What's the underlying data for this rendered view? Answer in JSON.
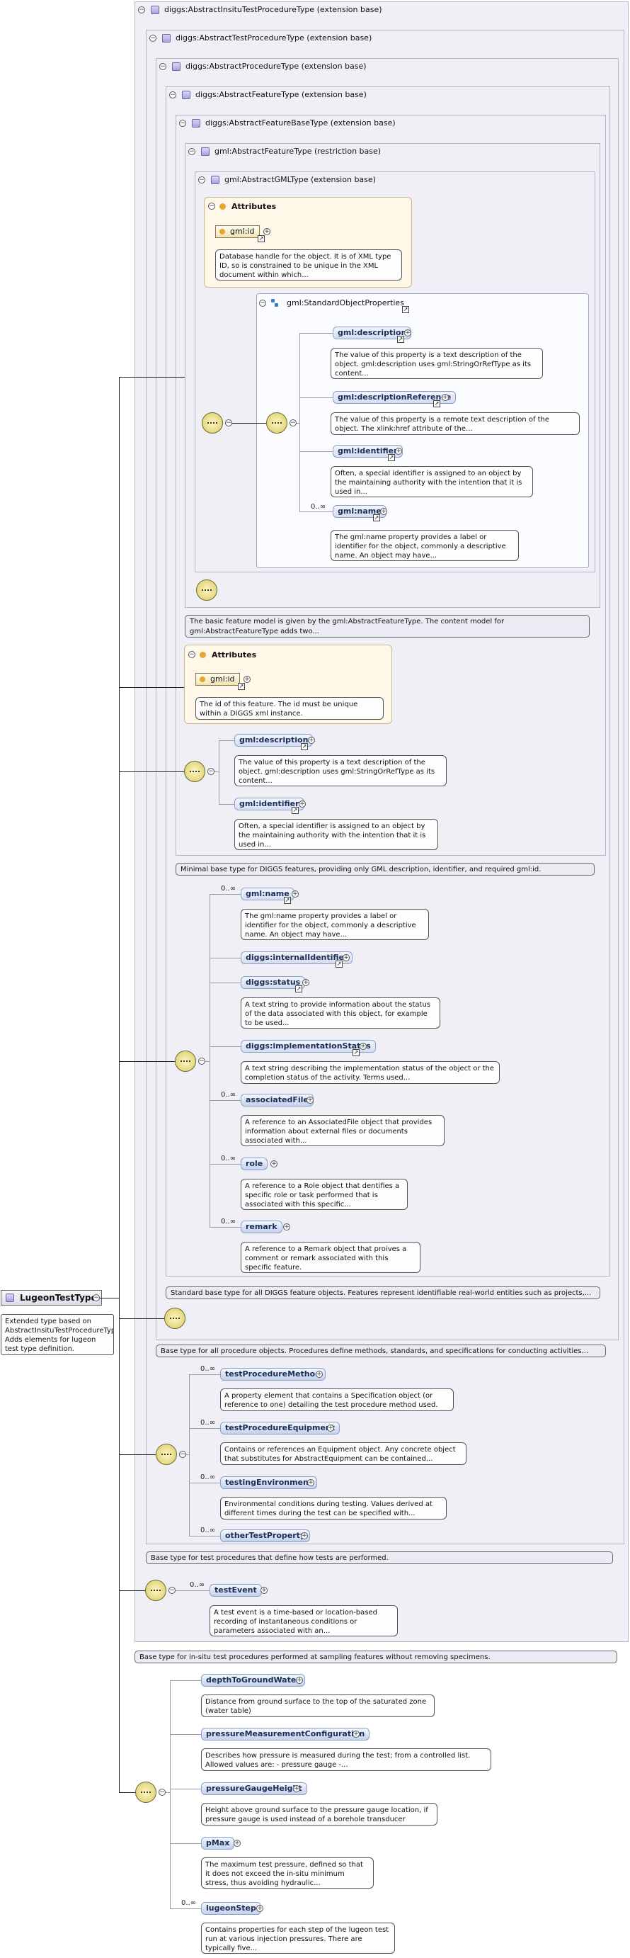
{
  "root": {
    "name": "LugeonTestType",
    "annotation": "Extended type based on AbstractInsituTestProcedureType. Adds elements for lugeon test type definition."
  },
  "bases": {
    "insitu": "diggs:AbstractInsituTestProcedureType (extension base)",
    "test": "diggs:AbstractTestProcedureType (extension base)",
    "procedure": "diggs:AbstractProcedureType (extension base)",
    "feature": "diggs:AbstractFeatureType (extension base)",
    "featurebase": "diggs:AbstractFeatureBaseType (extension base)",
    "gmlfeature": "gml:AbstractFeatureType (restriction base)",
    "gmlobject": "gml:AbstractGMLType (extension base)"
  },
  "gmlobject": {
    "attributes_label": "Attributes",
    "id_name": "gml:id",
    "id_ann": "Database handle for the object. It is of XML type ID, so is constrained to be unique in the XML document within which...",
    "group_name": "gml:StandardObjectProperties",
    "items": [
      {
        "name": "gml:description",
        "ann": "The value of this property is a text description of the object. gml:description uses gml:StringOrRefType as its content..."
      },
      {
        "name": "gml:descriptionReference",
        "ann": "The value of this property is a remote text description of the object. The xlink:href attribute of the..."
      },
      {
        "name": "gml:identifier",
        "ann": "Often, a special identifier is assigned to an object by the maintaining authority with the intention that it is used in..."
      },
      {
        "name": "gml:name",
        "mult": "0..∞",
        "ann": "The gml:name property provides a label or identifier for the object, commonly a descriptive name. An object may have..."
      }
    ]
  },
  "gmlfeature_ann": "The basic feature model is given by the gml:AbstractFeatureType. The content model for gml:AbstractFeatureType adds two...",
  "featurebase": {
    "attributes_label": "Attributes",
    "id_name": "gml:id",
    "id_ann": "The id of this feature. The id must be unique within a DIGGS xml instance.",
    "items": [
      {
        "name": "gml:description",
        "ann": "The value of this property is a text description of the object. gml:description uses gml:StringOrRefType as its content..."
      },
      {
        "name": "gml:identifier",
        "ann": "Often, a special identifier is assigned to an object by the maintaining authority with the intention that it is used in..."
      }
    ]
  },
  "featurebase_ann": "Minimal base type for DIGGS features, providing only GML description, identifier, and required gml:id.",
  "feature": {
    "items": [
      {
        "name": "gml:name",
        "mult": "0..∞",
        "ann": "The gml:name property provides a label or identifier for the object, commonly a descriptive name. An object may have..."
      },
      {
        "name": "diggs:internalIdentifier",
        "ann": ""
      },
      {
        "name": "diggs:status",
        "ann": "A text string to provide information about the status of the data associated with this object, for example to be used..."
      },
      {
        "name": "diggs:implementationStatus",
        "ann": "A text string describing the implementation status of the object or the completion status of the activity. Terms used..."
      },
      {
        "name": "associatedFile",
        "mult": "0..∞",
        "ann": "A reference to an AssociatedFile object that provides information about external files or documents associated with..."
      },
      {
        "name": "role",
        "mult": "0..∞",
        "ann": "A reference to a Role object that dentifies a specific role or task performed that is associated with this specific..."
      },
      {
        "name": "remark",
        "mult": "0..∞",
        "ann": "A reference to a Remark object that proives a comment or remark associated with this specific feature."
      }
    ]
  },
  "feature_ann": "Standard base type for all DIGGS feature objects. Features represent identifiable real-world entities such as projects,...",
  "procedure_ann": "Base type for all procedure objects. Procedures define methods, standards, and specifications for conducting activities...",
  "test": {
    "items": [
      {
        "name": "testProcedureMethod",
        "mult": "0..∞",
        "ann": "A property element that contains a Specification object (or reference to one) detailing the test procedure method used."
      },
      {
        "name": "testProcedureEquipment",
        "mult": "0..∞",
        "ann": "Contains or references an Equipment object. Any concrete object that substitutes for AbstractEquipment can be contained..."
      },
      {
        "name": "testingEnvironment",
        "mult": "0..∞",
        "ann": "Environmental conditions during testing. Values derived at different times during the test can be specified with..."
      },
      {
        "name": "otherTestProperty",
        "mult": "0..∞",
        "ann": ""
      }
    ]
  },
  "test_ann": "Base type for test procedures that define how tests are performed.",
  "insitu": {
    "items": [
      {
        "name": "testEvent",
        "mult": "0..∞",
        "ann": "A test event is a time-based or location-based recording of instantaneous conditions or parameters associated with an..."
      }
    ]
  },
  "insitu_ann": "Base type for in-situ test procedures performed at sampling features without removing specimens.",
  "lugeon": {
    "items": [
      {
        "name": "depthToGroundWater",
        "ann": "Distance from ground surface to the top of the saturated zone (water table)"
      },
      {
        "name": "pressureMeasurementConfiguration",
        "ann": "Describes how pressure is measured during the test; from a controlled list. Allowed values are: - pressure gauge -..."
      },
      {
        "name": "pressureGaugeHeight",
        "ann": "Height above ground surface to the pressure gauge location, if pressure gauge is used instead of a borehole transducer"
      },
      {
        "name": "pMax",
        "ann": "The maximum test pressure, defined so that it does not exceed the in-situ minimum stress, thus avoiding hydraulic..."
      },
      {
        "name": "lugeonStep",
        "mult": "0..∞",
        "ann": "Contains properties for each step of the lugeon test run at various injection pressures. There are typically five..."
      }
    ]
  }
}
